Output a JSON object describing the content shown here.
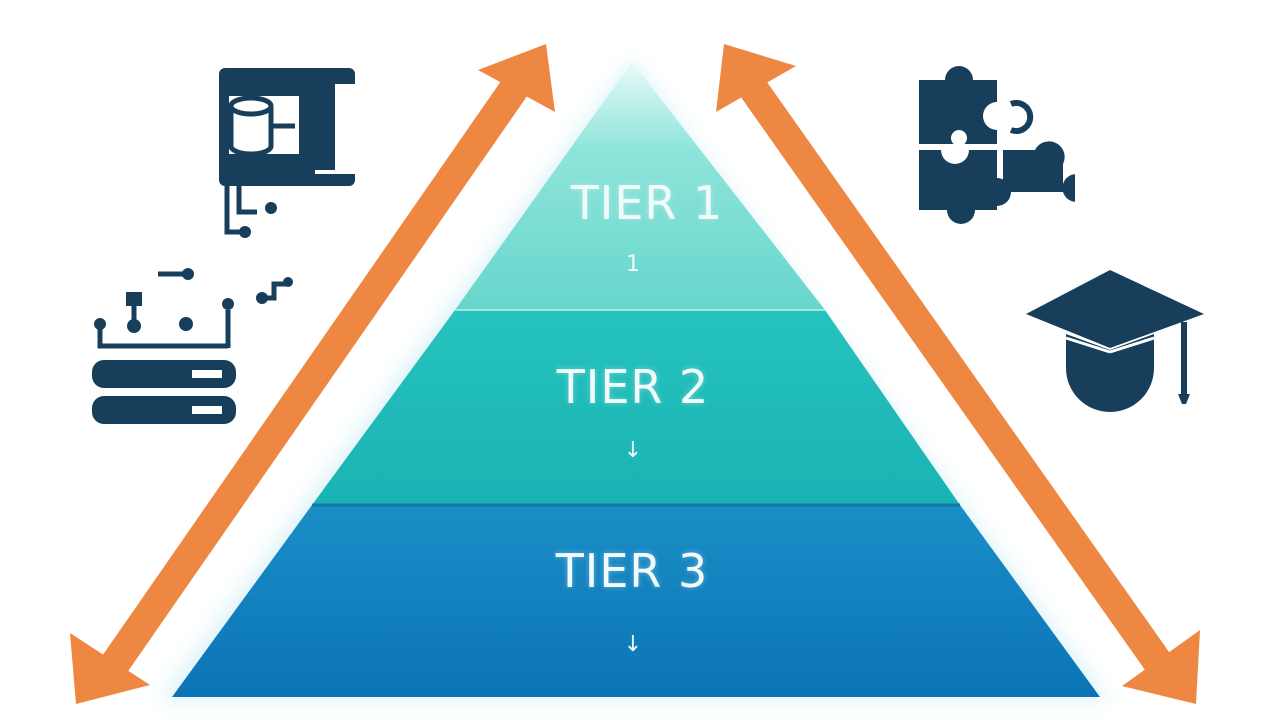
{
  "colors": {
    "tier1": "#6cd9cf",
    "tier2": "#1fbcba",
    "tier3": "#0b7fbf",
    "arrow": "#ee8742",
    "icon": "#173f5c"
  },
  "tiers": [
    {
      "label": "TIER 1",
      "marker": "1"
    },
    {
      "label": "TIER 2",
      "marker": "↓"
    },
    {
      "label": "TIER 3",
      "marker": "↓"
    }
  ],
  "icons": [
    "database-icon",
    "network-server-icon",
    "puzzle-icon",
    "graduation-cap-icon"
  ],
  "arrows": [
    "double-headed-arrow-left",
    "double-headed-arrow-right"
  ]
}
